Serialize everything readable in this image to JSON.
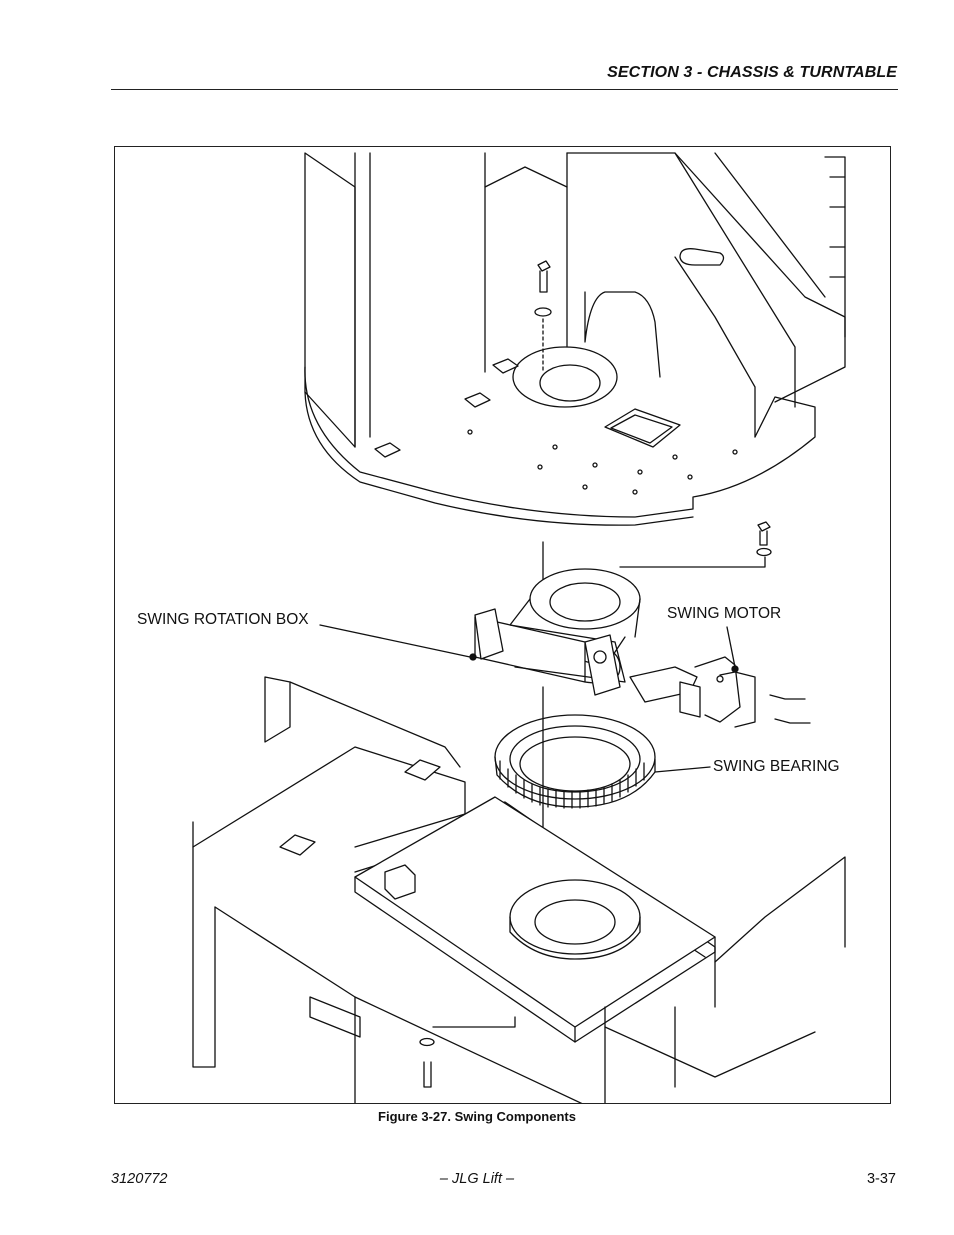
{
  "header": {
    "section_title": "SECTION 3 - CHASSIS & TURNTABLE"
  },
  "figure": {
    "callouts": {
      "swing_rotation_box": "SWING ROTATION BOX",
      "swing_motor": "SWING MOTOR",
      "swing_bearing": "SWING BEARING"
    },
    "caption": "Figure 3-27.  Swing Components"
  },
  "footer": {
    "doc_number": "3120772",
    "publisher": "– JLG Lift –",
    "page_number": "3-37"
  }
}
